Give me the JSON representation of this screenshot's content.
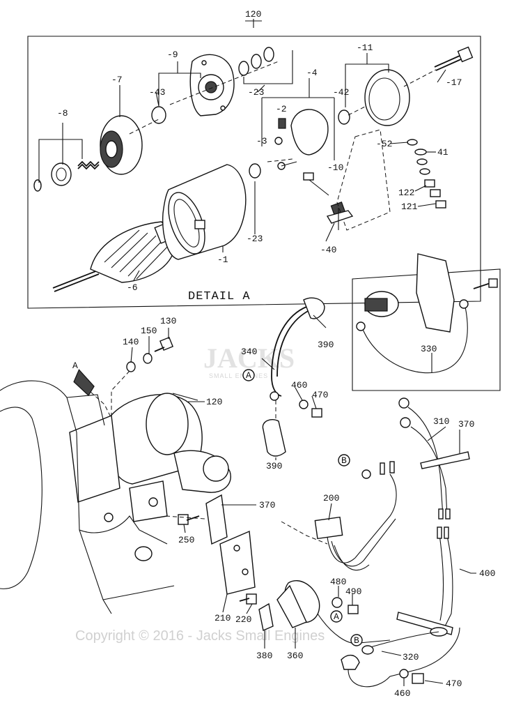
{
  "detail_title": "DETAIL A",
  "callouts": {
    "c120_top": "120",
    "c9": "-9",
    "c7": "-7",
    "c43": "-43",
    "c23a": "-23",
    "c4": "-4",
    "c11": "-11",
    "c17": "-17",
    "c42": "-42",
    "c8": "-8",
    "c2": "-2",
    "c3": "-3",
    "c52": "-52",
    "c41": "41",
    "c10": "-10",
    "c122": "122",
    "c121": "121",
    "c23b": "-23",
    "c40": "-40",
    "c1": "-1",
    "c6": "-6",
    "c130": "130",
    "c150": "150",
    "c140": "140",
    "c340": "340",
    "c390a": "390",
    "c460a": "460",
    "c470a": "470",
    "c330": "330",
    "c120_main": "120",
    "c390b": "390",
    "c310": "310",
    "c370a": "370",
    "c200": "200",
    "c370b": "370",
    "c250": "250",
    "c480": "480",
    "c490": "490",
    "c400": "400",
    "c210": "210",
    "c220": "220",
    "c380": "380",
    "c360": "360",
    "c320": "320",
    "c470b": "470",
    "c460b": "460"
  },
  "markers": {
    "arrow_a": "A",
    "circle_a1": "A",
    "circle_a2": "A",
    "circle_b1": "B",
    "circle_b2": "B"
  },
  "watermark": {
    "logo": "JACKS",
    "logo_sub": "SMALL ENGINES",
    "copyright": "Copyright © 2016 - Jacks Small Engines"
  }
}
